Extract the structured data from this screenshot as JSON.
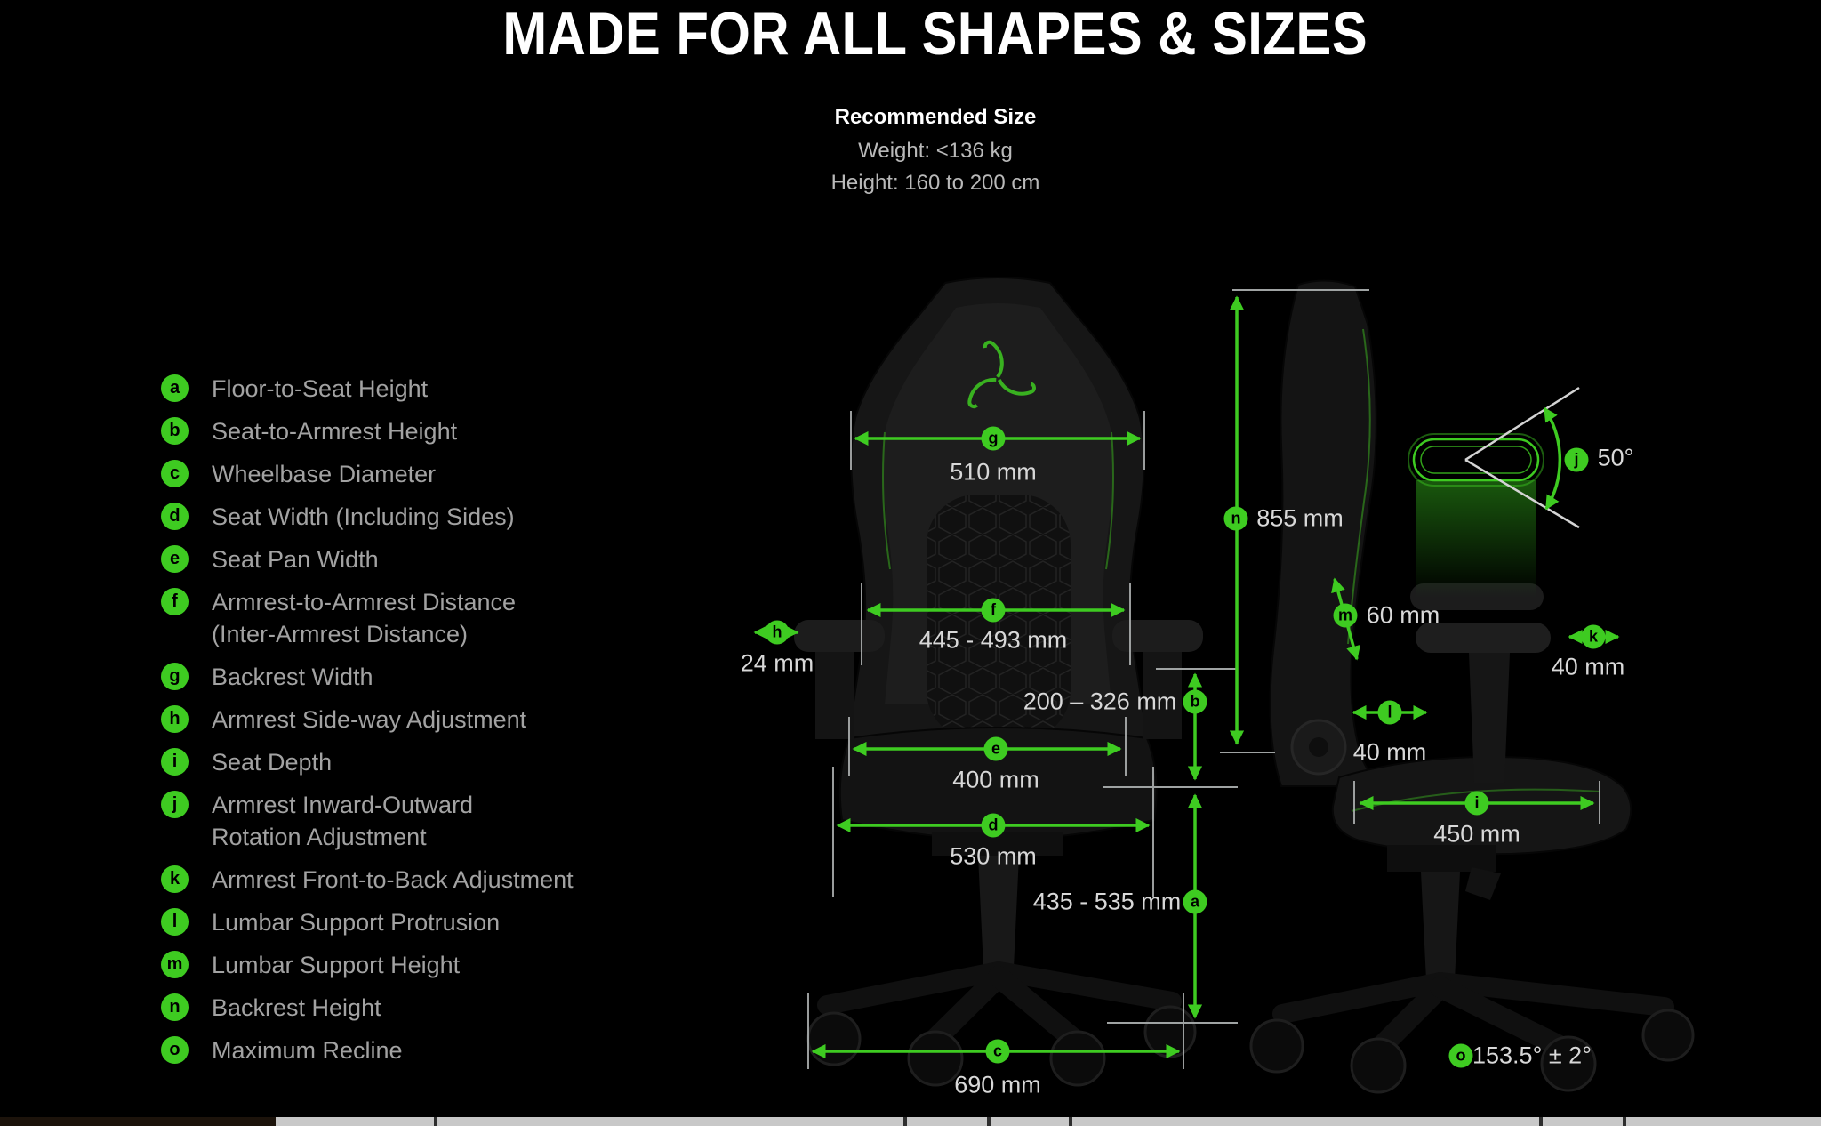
{
  "header": {
    "title": "MADE FOR ALL SHAPES & SIZES",
    "recommended_size_label": "Recommended Size",
    "weight": "Weight: <136 kg",
    "height": "Height: 160 to 200 cm"
  },
  "colors": {
    "background": "#000000",
    "accent_green": "#3ecb21",
    "legend_text": "#a2a2a2",
    "value_text": "#d8d8d8",
    "reference_gray": "#9fa3a3"
  },
  "legend": {
    "items": [
      {
        "letter": "a",
        "label": "Floor-to-Seat Height"
      },
      {
        "letter": "b",
        "label": "Seat-to-Armrest Height"
      },
      {
        "letter": "c",
        "label": "Wheelbase Diameter"
      },
      {
        "letter": "d",
        "label": "Seat Width (Including Sides)"
      },
      {
        "letter": "e",
        "label": "Seat Pan Width"
      },
      {
        "letter": "f",
        "label": "Armrest-to-Armrest Distance",
        "label2": "(Inter-Armrest Distance)"
      },
      {
        "letter": "g",
        "label": "Backrest Width"
      },
      {
        "letter": "h",
        "label": "Armrest Side-way Adjustment"
      },
      {
        "letter": "i",
        "label": "Seat Depth"
      },
      {
        "letter": "j",
        "label": "Armrest Inward-Outward",
        "label2": "Rotation Adjustment"
      },
      {
        "letter": "k",
        "label": "Armrest Front-to-Back Adjustment"
      },
      {
        "letter": "l",
        "label": "Lumbar Support Protrusion"
      },
      {
        "letter": "m",
        "label": "Lumbar Support Height"
      },
      {
        "letter": "n",
        "label": "Backrest Height"
      },
      {
        "letter": "o",
        "label": "Maximum Recline"
      }
    ]
  },
  "measurements": {
    "a": {
      "letter": "a",
      "value": "435 - 535 mm"
    },
    "b": {
      "letter": "b",
      "value": "200 – 326 mm"
    },
    "c": {
      "letter": "c",
      "value": "690 mm"
    },
    "d": {
      "letter": "d",
      "value": "530 mm"
    },
    "e": {
      "letter": "e",
      "value": "400 mm"
    },
    "f": {
      "letter": "f",
      "value": "445 - 493 mm"
    },
    "g": {
      "letter": "g",
      "value": "510 mm"
    },
    "h": {
      "letter": "h",
      "value": "24 mm"
    },
    "i": {
      "letter": "i",
      "value": "450 mm"
    },
    "j": {
      "letter": "j",
      "value": "50°"
    },
    "k": {
      "letter": "k",
      "value": "40 mm"
    },
    "l": {
      "letter": "l",
      "value": "40 mm"
    },
    "m": {
      "letter": "m",
      "value": "60 mm"
    },
    "n": {
      "letter": "n",
      "value": "855 mm"
    },
    "o": {
      "letter": "o",
      "value": "153.5° ± 2°"
    }
  }
}
